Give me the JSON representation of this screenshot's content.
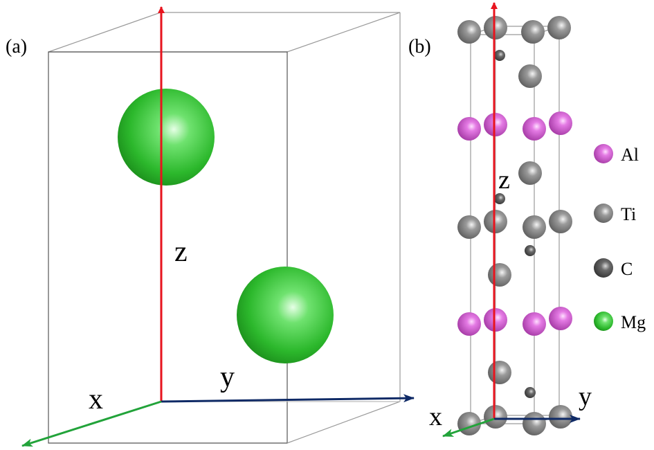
{
  "panels": {
    "a": {
      "label": "(a)",
      "axis_x": "x",
      "axis_y": "y",
      "axis_z": "z"
    },
    "b": {
      "label": "(b)",
      "axis_x": "x",
      "axis_y": "y",
      "axis_z": "z"
    }
  },
  "legend": [
    {
      "label": "Al",
      "color": "#d34fd3"
    },
    {
      "label": "Ti",
      "color": "#8a8a8a"
    },
    {
      "label": "C",
      "color": "#5f5f5f"
    },
    {
      "label": "Mg",
      "color": "#2ec62e"
    }
  ],
  "colors": {
    "axis_x": "#22a33a",
    "axis_y": "#0f2a66",
    "axis_z": "#e8141e",
    "cell_edges": "#9a9a9a"
  }
}
